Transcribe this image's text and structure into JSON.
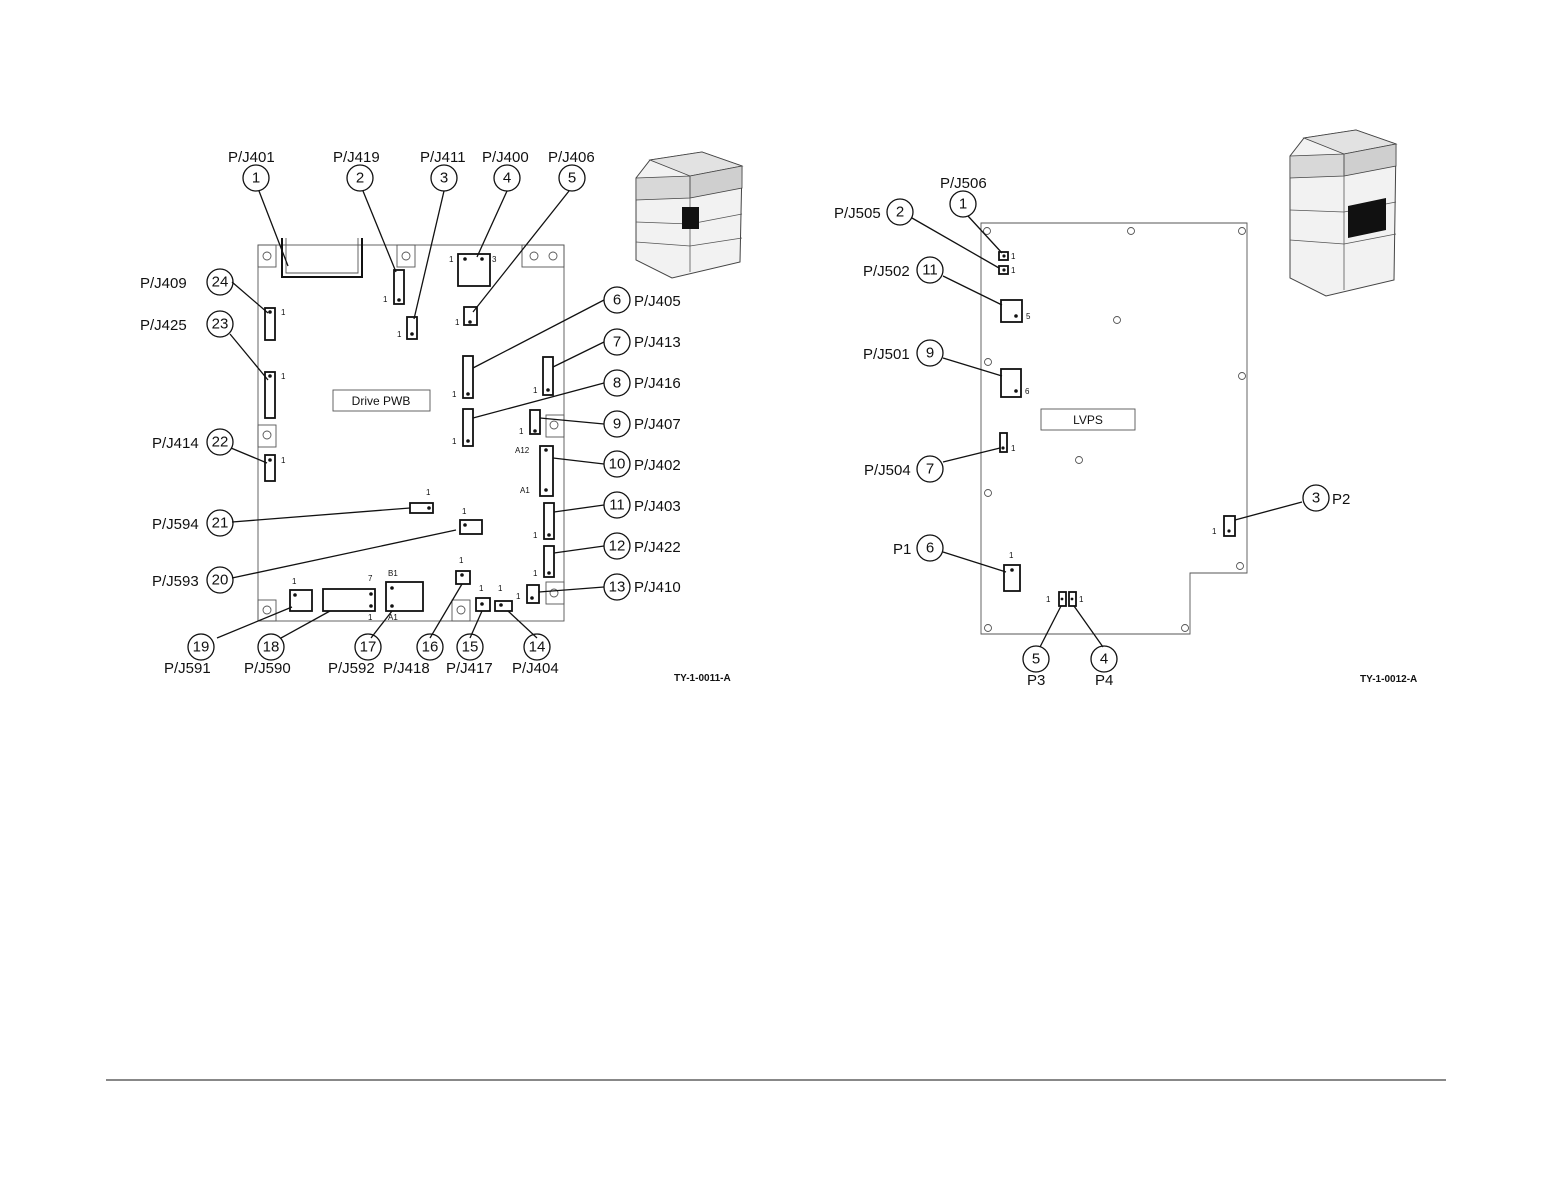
{
  "left_figure": {
    "board_name": "Drive PWB",
    "figure_id": "TY-1-0011-A",
    "callouts": [
      {
        "num": "1",
        "label": "P/J401"
      },
      {
        "num": "2",
        "label": "P/J419"
      },
      {
        "num": "3",
        "label": "P/J411"
      },
      {
        "num": "4",
        "label": "P/J400"
      },
      {
        "num": "5",
        "label": "P/J406"
      },
      {
        "num": "6",
        "label": "P/J405"
      },
      {
        "num": "7",
        "label": "P/J413"
      },
      {
        "num": "8",
        "label": "P/J416"
      },
      {
        "num": "9",
        "label": "P/J407"
      },
      {
        "num": "10",
        "label": "P/J402"
      },
      {
        "num": "11",
        "label": "P/J403"
      },
      {
        "num": "12",
        "label": "P/J422"
      },
      {
        "num": "13",
        "label": "P/J410"
      },
      {
        "num": "14",
        "label": "P/J404"
      },
      {
        "num": "15",
        "label": "P/J417"
      },
      {
        "num": "16",
        "label": "P/J418"
      },
      {
        "num": "17",
        "label": "P/J592"
      },
      {
        "num": "18",
        "label": "P/J590"
      },
      {
        "num": "19",
        "label": "P/J591"
      },
      {
        "num": "20",
        "label": "P/J593"
      },
      {
        "num": "21",
        "label": "P/J594"
      },
      {
        "num": "22",
        "label": "P/J414"
      },
      {
        "num": "23",
        "label": "P/J425"
      },
      {
        "num": "24",
        "label": "P/J409"
      }
    ],
    "pin_marks": [
      "1",
      "3",
      "A12",
      "A1",
      "7",
      "B1"
    ]
  },
  "right_figure": {
    "board_name": "LVPS",
    "figure_id": "TY-1-0012-A",
    "callouts": [
      {
        "num": "1",
        "label": "P/J506"
      },
      {
        "num": "2",
        "label": "P/J505"
      },
      {
        "num": "11",
        "label": "P/J502"
      },
      {
        "num": "9",
        "label": "P/J501"
      },
      {
        "num": "7",
        "label": "P/J504"
      },
      {
        "num": "6",
        "label": "P1"
      },
      {
        "num": "3",
        "label": "P2"
      },
      {
        "num": "5",
        "label": "P3"
      },
      {
        "num": "4",
        "label": "P4"
      }
    ],
    "pin_marks": [
      "1",
      "5",
      "6"
    ]
  },
  "icons": [
    "printer-location-icon"
  ]
}
